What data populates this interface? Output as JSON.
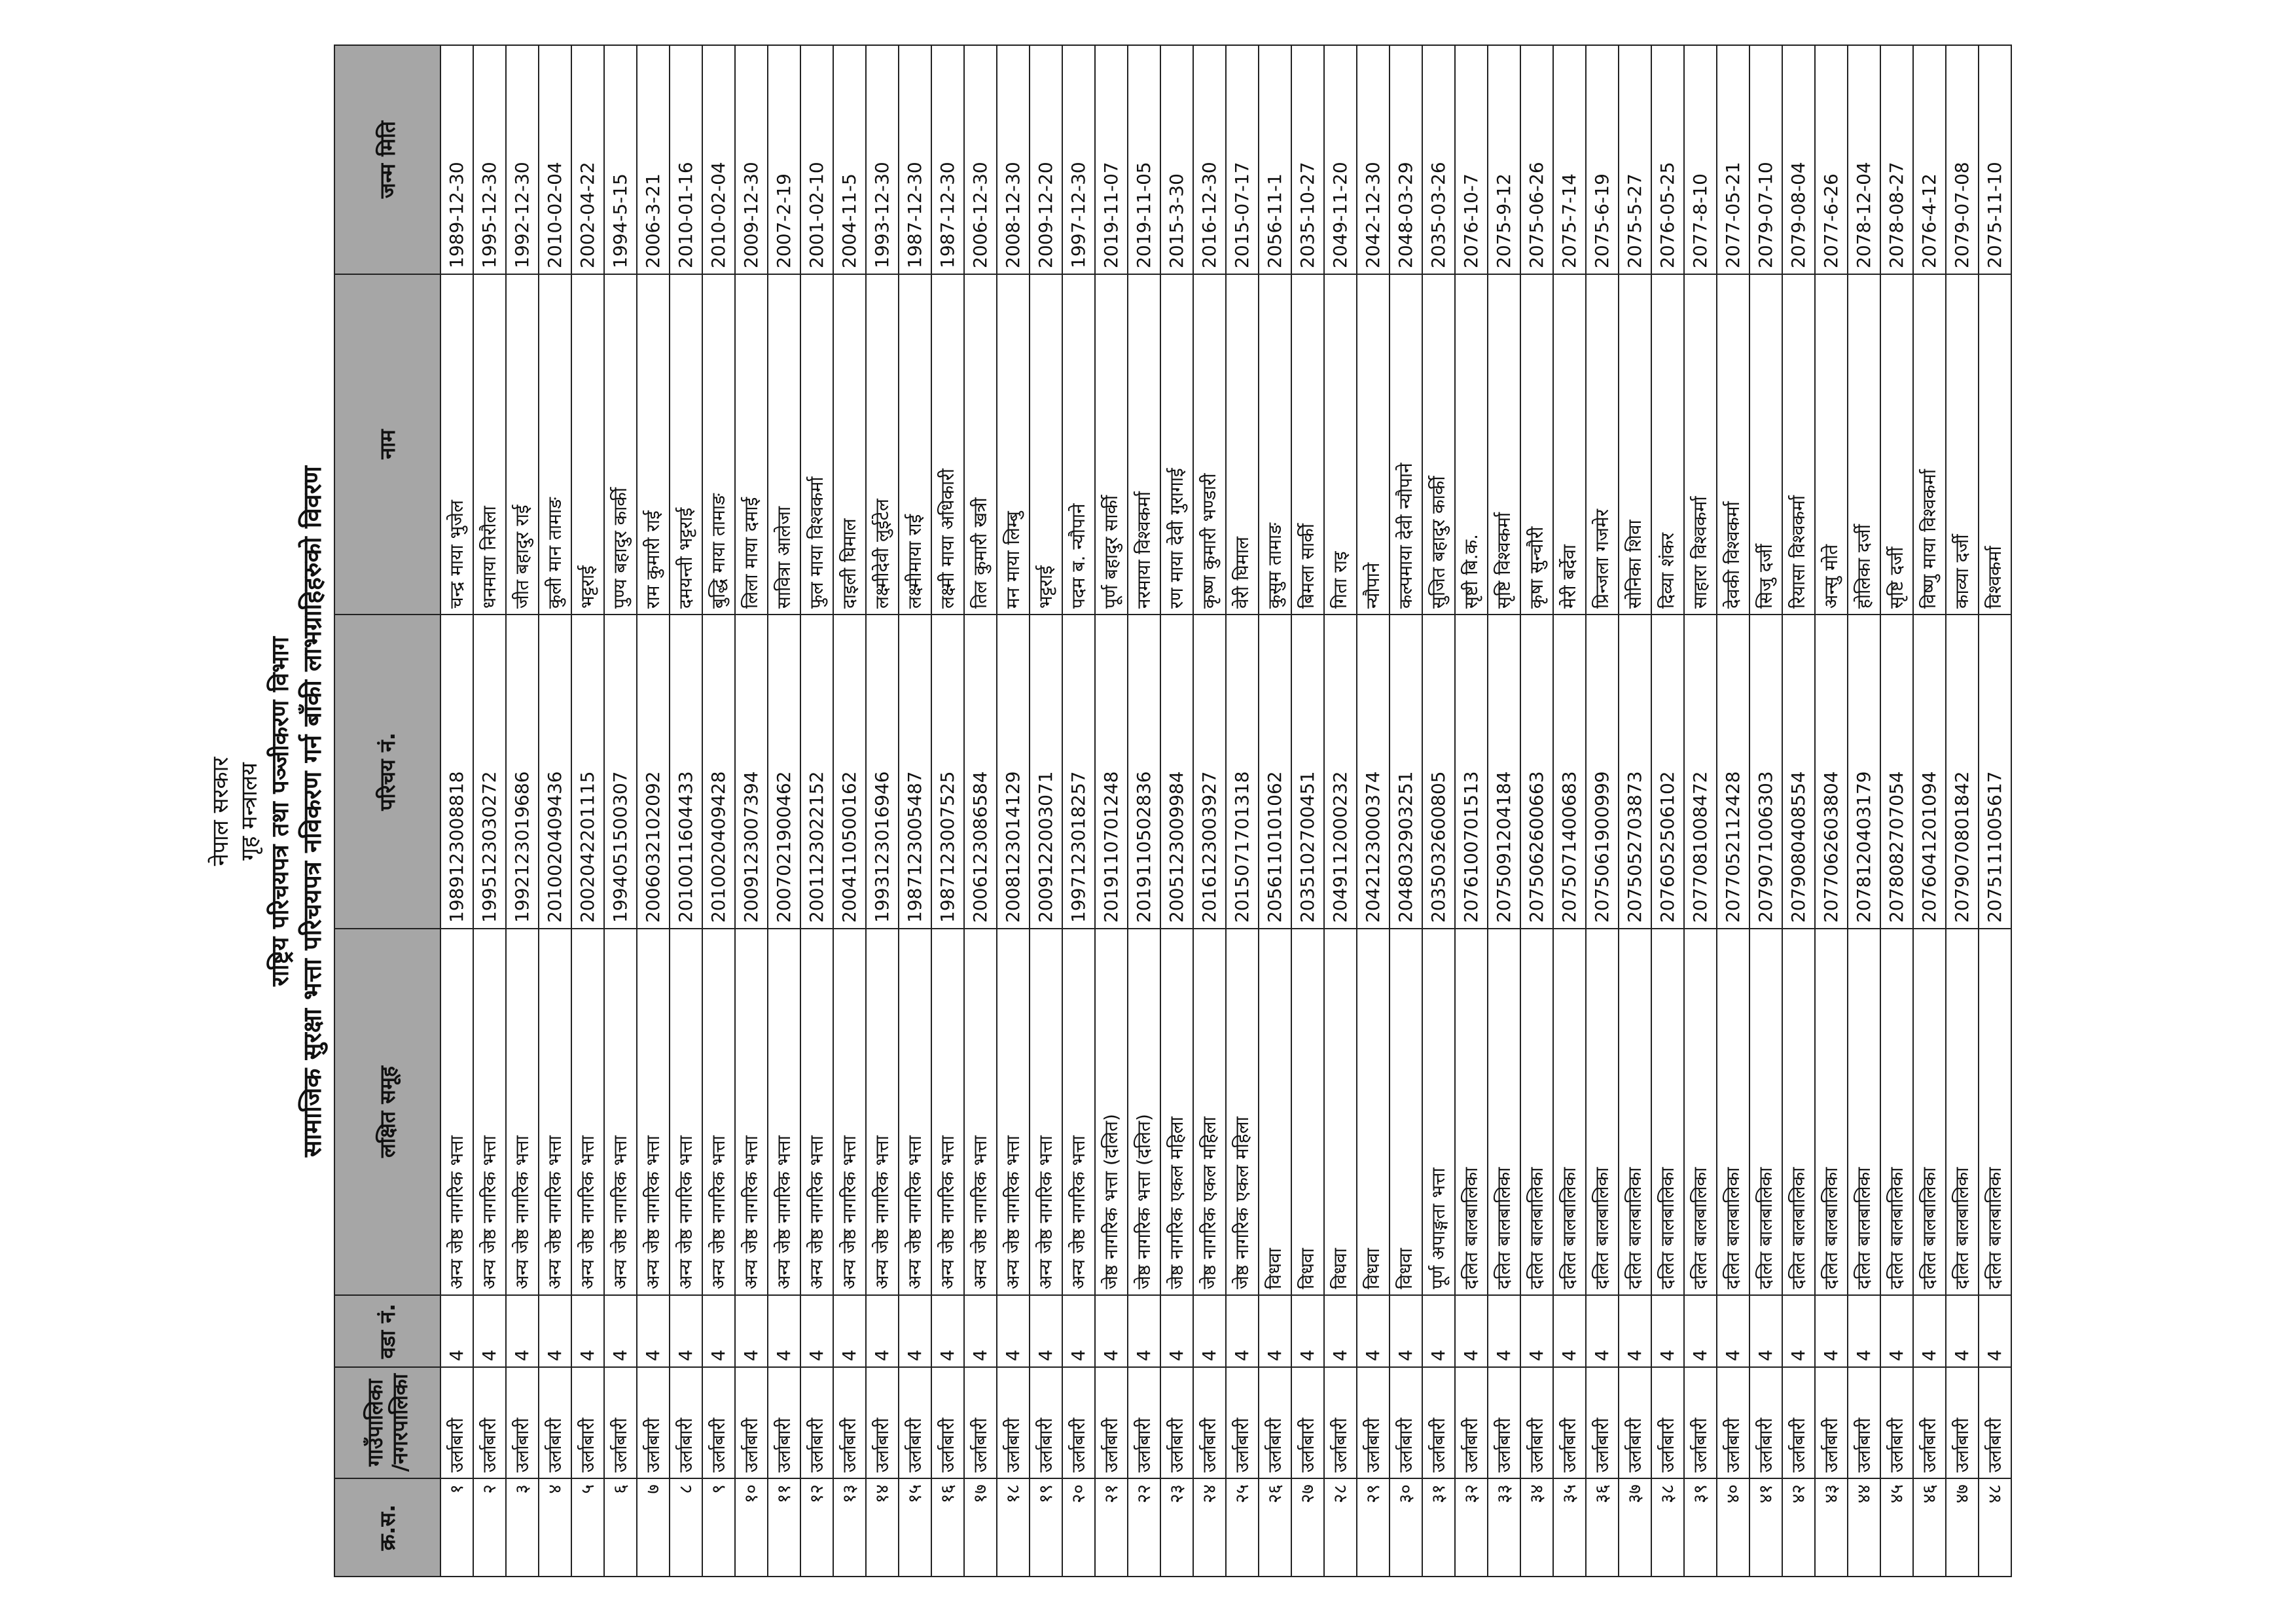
{
  "header": {
    "line1": "नेपाल सरकार",
    "line2": "गृह मन्त्रालय",
    "line3": "राष्ट्रिय परिचयपत्र तथा पञ्जीकरण विभाग",
    "line4": "सामाजिक सुरक्षा भत्ता परिचयपत्र नविकरण गर्न बाँकी लाभग्राहिहरुको विवरण"
  },
  "table": {
    "columns": [
      "क्र.स.",
      "गाउँपालिका /नगरपालिका",
      "वडा नं.",
      "लक्षित समूह",
      "परिचय नं.",
      "नाम",
      "जन्म मिति"
    ],
    "rows": [
      [
        "१",
        "उर्लाबारी",
        "4",
        "अन्य जेष्ठ नागरिक भत्ता",
        "1989123008818",
        "चन्द्र माया भुजेल",
        "1989-12-30"
      ],
      [
        "२",
        "उर्लाबारी",
        "4",
        "अन्य जेष्ठ नागरिक भत्ता",
        "1995123030272",
        "धनमाया निरौला",
        "1995-12-30"
      ],
      [
        "३",
        "उर्लाबारी",
        "4",
        "अन्य जेष्ठ नागरिक भत्ता",
        "1992123019686",
        "जीत बहादुर राई",
        "1992-12-30"
      ],
      [
        "४",
        "उर्लाबारी",
        "4",
        "अन्य जेष्ठ नागरिक भत्ता",
        "2010020409436",
        "कुली मान तामाङ",
        "2010-02-04"
      ],
      [
        "५",
        "उर्लाबारी",
        "4",
        "अन्य जेष्ठ नागरिक भत्ता",
        "2002042201115",
        "भट्टराई",
        "2002-04-22"
      ],
      [
        "६",
        "उर्लाबारी",
        "4",
        "अन्य जेष्ठ नागरिक भत्ता",
        "1994051500307",
        "पुण्य बहादुर कार्की",
        "1994-5-15"
      ],
      [
        "७",
        "उर्लाबारी",
        "4",
        "अन्य जेष्ठ नागरिक भत्ता",
        "2006032102092",
        "राम कुमारी राई",
        "2006-3-21"
      ],
      [
        "८",
        "उर्लाबारी",
        "4",
        "अन्य जेष्ठ नागरिक भत्ता",
        "2010011604433",
        "दमयन्ती भट्टराई",
        "2010-01-16"
      ],
      [
        "९",
        "उर्लाबारी",
        "4",
        "अन्य जेष्ठ नागरिक भत्ता",
        "2010020409428",
        "बुद्धि माया तामाङ",
        "2010-02-04"
      ],
      [
        "१०",
        "उर्लाबारी",
        "4",
        "अन्य जेष्ठ नागरिक भत्ता",
        "2009123007394",
        "लिला माया दमाई",
        "2009-12-30"
      ],
      [
        "११",
        "उर्लाबारी",
        "4",
        "अन्य जेष्ठ नागरिक भत्ता",
        "2007021900462",
        "सावित्रा आलेजा",
        "2007-2-19"
      ],
      [
        "१२",
        "उर्लाबारी",
        "4",
        "अन्य जेष्ठ नागरिक भत्ता",
        "2001123022152",
        "फुल माया विश्वकर्मा",
        "2001-02-10"
      ],
      [
        "१३",
        "उर्लाबारी",
        "4",
        "अन्य जेष्ठ नागरिक भत्ता",
        "2004110500162",
        "दाइली घिमाल",
        "2004-11-5"
      ],
      [
        "१४",
        "उर्लाबारी",
        "4",
        "अन्य जेष्ठ नागरिक भत्ता",
        "1993123016946",
        "लक्ष्मीदेवी लुईटेल",
        "1993-12-30"
      ],
      [
        "१५",
        "उर्लाबारी",
        "4",
        "अन्य जेष्ठ नागरिक भत्ता",
        "1987123005487",
        "लक्ष्मीमाया राई",
        "1987-12-30"
      ],
      [
        "१६",
        "उर्लाबारी",
        "4",
        "अन्य जेष्ठ नागरिक भत्ता",
        "1987123007525",
        "लक्ष्मी माया अधिकारी",
        "1987-12-30"
      ],
      [
        "१७",
        "उर्लाबारी",
        "4",
        "अन्य जेष्ठ नागरिक भत्ता",
        "2006123086584",
        "तिल कुमारी खत्री",
        "2006-12-30"
      ],
      [
        "१८",
        "उर्लाबारी",
        "4",
        "अन्य जेष्ठ नागरिक भत्ता",
        "2008123014129",
        "मन माया लिम्बु",
        "2008-12-30"
      ],
      [
        "१९",
        "उर्लाबारी",
        "4",
        "अन्य जेष्ठ नागरिक भत्ता",
        "2009122003071",
        "भट्टराई",
        "2009-12-20"
      ],
      [
        "२०",
        "उर्लाबारी",
        "4",
        "अन्य जेष्ठ नागरिक भत्ता",
        "1997123018257",
        "पदम ब. न्यौपाने",
        "1997-12-30"
      ],
      [
        "२१",
        "उर्लाबारी",
        "4",
        "जेष्ठ नागरिक भत्ता (दलित)",
        "2019110701248",
        "पूर्ण बहादुर सार्की",
        "2019-11-07"
      ],
      [
        "२२",
        "उर्लाबारी",
        "4",
        "जेष्ठ नागरिक भत्ता (दलित)",
        "2019110502836",
        "नरमाया विश्वकर्मा",
        "2019-11-05"
      ],
      [
        "२३",
        "उर्लाबारी",
        "4",
        "जेष्ठ नागरिक एकल महिला",
        "2005123009984",
        "रण माया देवी गुरागाई",
        "2015-3-30"
      ],
      [
        "२४",
        "उर्लाबारी",
        "4",
        "जेष्ठ नागरिक एकल महिला",
        "2016123003927",
        "कृष्ण कुमारी भण्डारी",
        "2016-12-30"
      ],
      [
        "२५",
        "उर्लाबारी",
        "4",
        "जेष्ठ नागरिक एकल महिला",
        "2015071701318",
        "वेरी घिमाल",
        "2015-07-17"
      ],
      [
        "२६",
        "उर्लाबारी",
        "4",
        "विधवा",
        "2056110101062",
        "कुसुम तामाङ",
        "2056-11-1"
      ],
      [
        "२७",
        "उर्लाबारी",
        "4",
        "विधवा",
        "2035102700451",
        "बिमला सार्की",
        "2035-10-27"
      ],
      [
        "२८",
        "उर्लाबारी",
        "4",
        "विधवा",
        "2049112000232",
        "गिता राइ",
        "2049-11-20"
      ],
      [
        "२९",
        "उर्लाबारी",
        "4",
        "विधवा",
        "2042123000374",
        "न्यौपाने",
        "2042-12-30"
      ],
      [
        "३०",
        "उर्लाबारी",
        "4",
        "विधवा",
        "2048032903251",
        "कल्पमाया देवी न्यौपाने",
        "2048-03-29"
      ],
      [
        "३१",
        "उर्लाबारी",
        "4",
        "पूर्ण अपाङ्गता भत्ता",
        "2035032600805",
        "सुजित बहादुर कार्की",
        "2035-03-26"
      ],
      [
        "३२",
        "उर्लाबारी",
        "4",
        "दलित बालबालिका",
        "2076100701513",
        "सृष्टी बि.क.",
        "2076-10-7"
      ],
      [
        "३३",
        "उर्लाबारी",
        "4",
        "दलित बालबालिका",
        "2075091204184",
        "सृष्टि विश्वकर्मा",
        "2075-9-12"
      ],
      [
        "३४",
        "उर्लाबारी",
        "4",
        "दलित बालबालिका",
        "2075062600663",
        "कृषा सुन्चौरी",
        "2075-06-26"
      ],
      [
        "३५",
        "उर्लाबारी",
        "4",
        "दलित बालबालिका",
        "2075071400683",
        "मेरी बर्देवा",
        "2075-7-14"
      ],
      [
        "३६",
        "उर्लाबारी",
        "4",
        "दलित बालबालिका",
        "2075061900999",
        "प्रिन्जला गजमेर",
        "2075-6-19"
      ],
      [
        "३७",
        "उर्लाबारी",
        "4",
        "दलित बालबालिका",
        "2075052703873",
        "सोनिका शिवा",
        "2075-5-27"
      ],
      [
        "३८",
        "उर्लाबारी",
        "4",
        "दलित बालबालिका",
        "2076052506102",
        "दिव्या शंकर",
        "2076-05-25"
      ],
      [
        "३९",
        "उर्लाबारी",
        "4",
        "दलित बालबालिका",
        "2077081008472",
        "साहारा विश्वकर्मा",
        "2077-8-10"
      ],
      [
        "४०",
        "उर्लाबारी",
        "4",
        "दलित बालबालिका",
        "2077052112428",
        "देवकी विश्वकर्मा",
        "2077-05-21"
      ],
      [
        "४१",
        "उर्लाबारी",
        "4",
        "दलित बालबालिका",
        "2079071006303",
        "सिजु दर्जी",
        "2079-07-10"
      ],
      [
        "४२",
        "उर्लाबारी",
        "4",
        "दलित बालबालिका",
        "2079080408554",
        "रियासा विश्वकर्मा",
        "2079-08-04"
      ],
      [
        "४३",
        "उर्लाबारी",
        "4",
        "दलित बालबालिका",
        "2077062603804",
        "अन्सु मोते",
        "2077-6-26"
      ],
      [
        "४४",
        "उर्लाबारी",
        "4",
        "दलित बालबालिका",
        "2078120403179",
        "होलिका दर्जी",
        "2078-12-04"
      ],
      [
        "४५",
        "उर्लाबारी",
        "4",
        "दलित बालबालिका",
        "2078082707054",
        "सृष्टि दर्जी",
        "2078-08-27"
      ],
      [
        "४६",
        "उर्लाबारी",
        "4",
        "दलित बालबालिका",
        "2076041201094",
        "विष्णु माया विश्वकर्मा",
        "2076-4-12"
      ],
      [
        "४७",
        "उर्लाबारी",
        "4",
        "दलित बालबालिका",
        "2079070801842",
        "काव्या दर्जी",
        "2079-07-08"
      ],
      [
        "४८",
        "उर्लाबारी",
        "4",
        "दलित बालबालिका",
        "2075111005617",
        "विश्वकर्मा",
        "2075-11-10"
      ]
    ]
  }
}
